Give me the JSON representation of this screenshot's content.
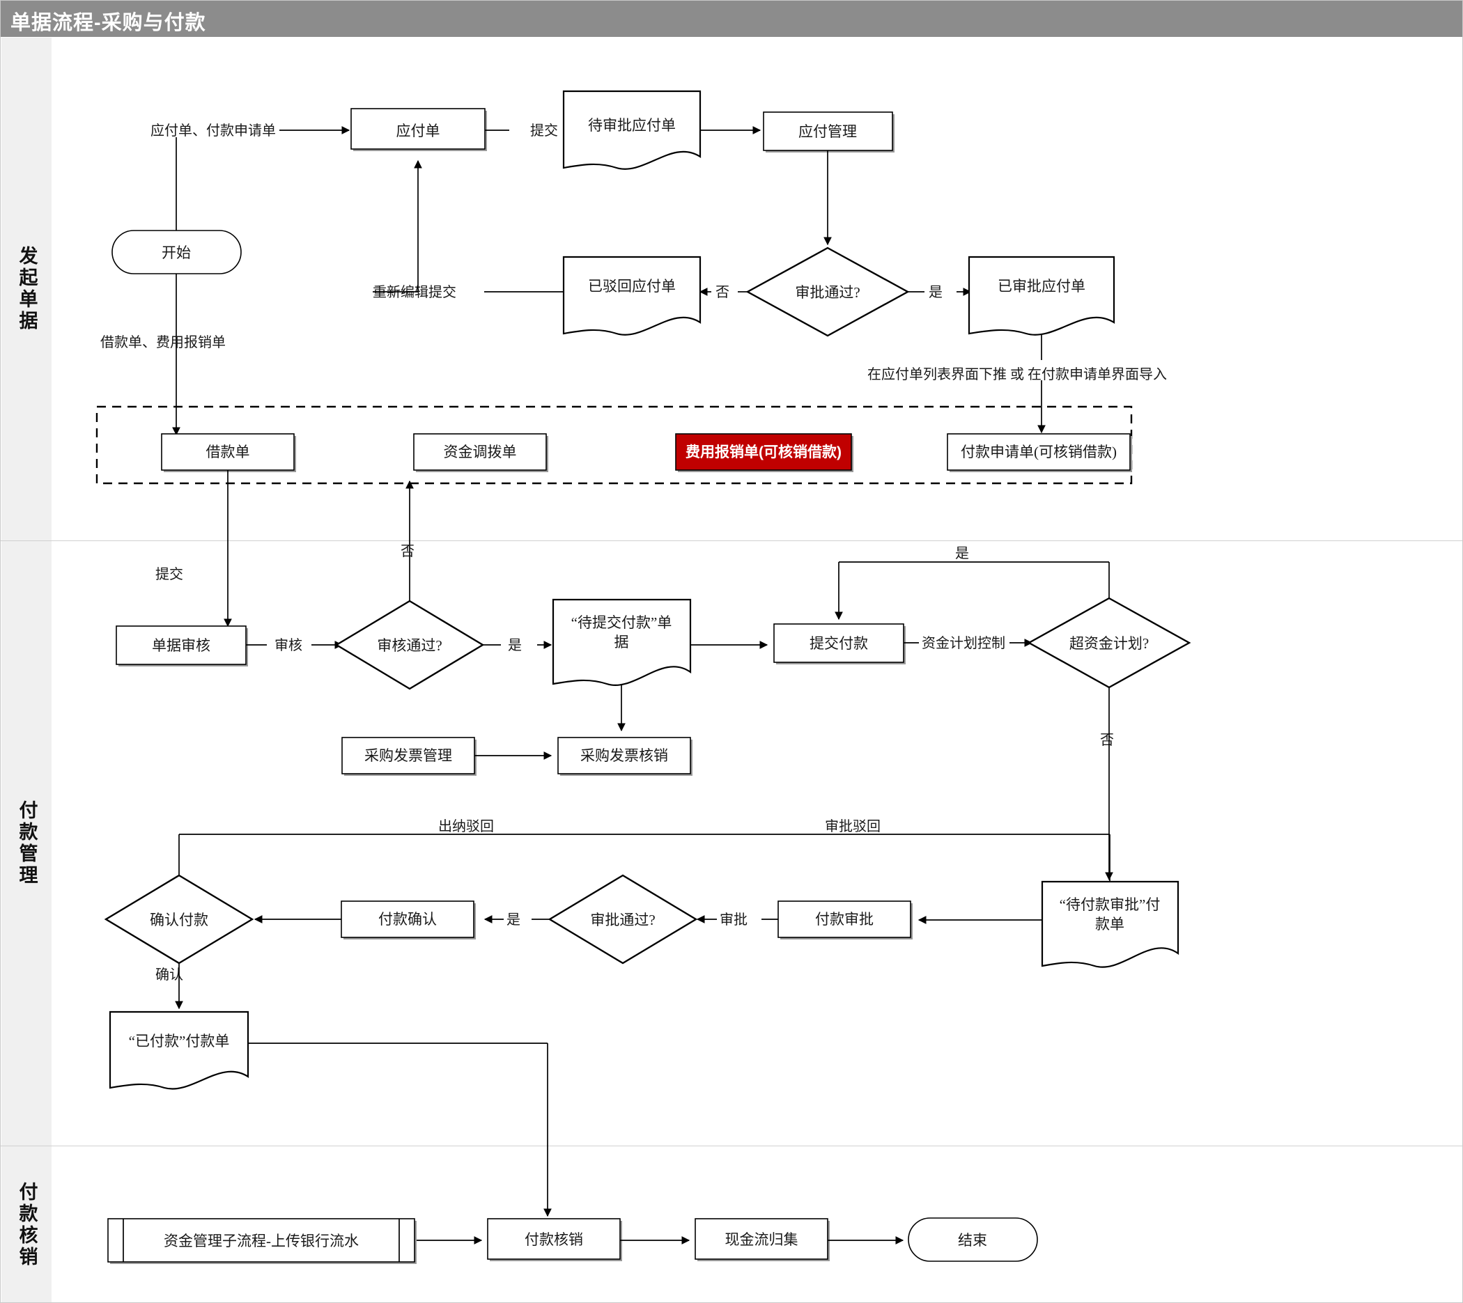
{
  "title": "单据流程-采购与付款",
  "lanes": [
    {
      "id": "lane-initiate",
      "label": "发起单据"
    },
    {
      "id": "lane-payment",
      "label": "付款管理"
    },
    {
      "id": "lane-settle",
      "label": "付款核销"
    }
  ],
  "nodes": {
    "start": "开始",
    "payable_bill": "应付单",
    "pending_payable": "待审批应付单",
    "payable_mgmt": "应付管理",
    "approve_q": "审批通过?",
    "rejected_payable": "已驳回应付单",
    "approved_payable": "已审批应付单",
    "loan_bill": "借款单",
    "fund_transfer": "资金调拨单",
    "expense_claim": "费用报销单(可核销借款)",
    "payment_request": "付款申请单(可核销借款)",
    "bill_review": "单据审核",
    "review_q": "审核通过?",
    "pending_submit_pay": "“待提交付款”单据",
    "submit_payment": "提交付款",
    "over_budget_q": "超资金计划?",
    "purchase_invoice_mgmt": "采购发票管理",
    "purchase_invoice_settle": "采购发票核销",
    "pending_pay_approval": "“待付款审批”付款单",
    "payment_approval": "付款审批",
    "pay_approve_q": "审批通过?",
    "payment_confirm": "付款确认",
    "confirm_payment_q": "确认付款",
    "paid_bill": "“已付款”付款单",
    "fund_subprocess": "资金管理子流程-上传银行流水",
    "payment_settle": "付款核销",
    "cashflow_pool": "现金流归集",
    "end": "结束"
  },
  "edges": {
    "payable_and_request": "应付单、付款申请单",
    "submit": "提交",
    "reedit_submit": "重新编辑提交",
    "no_1": "否",
    "yes_1": "是",
    "loan_expense": "借款单、费用报销单",
    "submit_2": "提交",
    "review": "审核",
    "no_2": "否",
    "yes_2": "是",
    "fund_plan_control": "资金计划控制",
    "yes_3": "是",
    "no_3": "否",
    "approve_reject": "审批驳回",
    "cashier_reject": "出纳驳回",
    "approve": "审批",
    "yes_4": "是",
    "confirm": "确认"
  },
  "annotations": {
    "push_or_import": "在应付单列表界面下推 或  在付款申请单界面导入"
  },
  "colors": {
    "title_bar": "#8c8c8c",
    "lane_label_bg": "#f0f0f0",
    "highlight_red": "#c00000",
    "stroke": "#000000"
  }
}
